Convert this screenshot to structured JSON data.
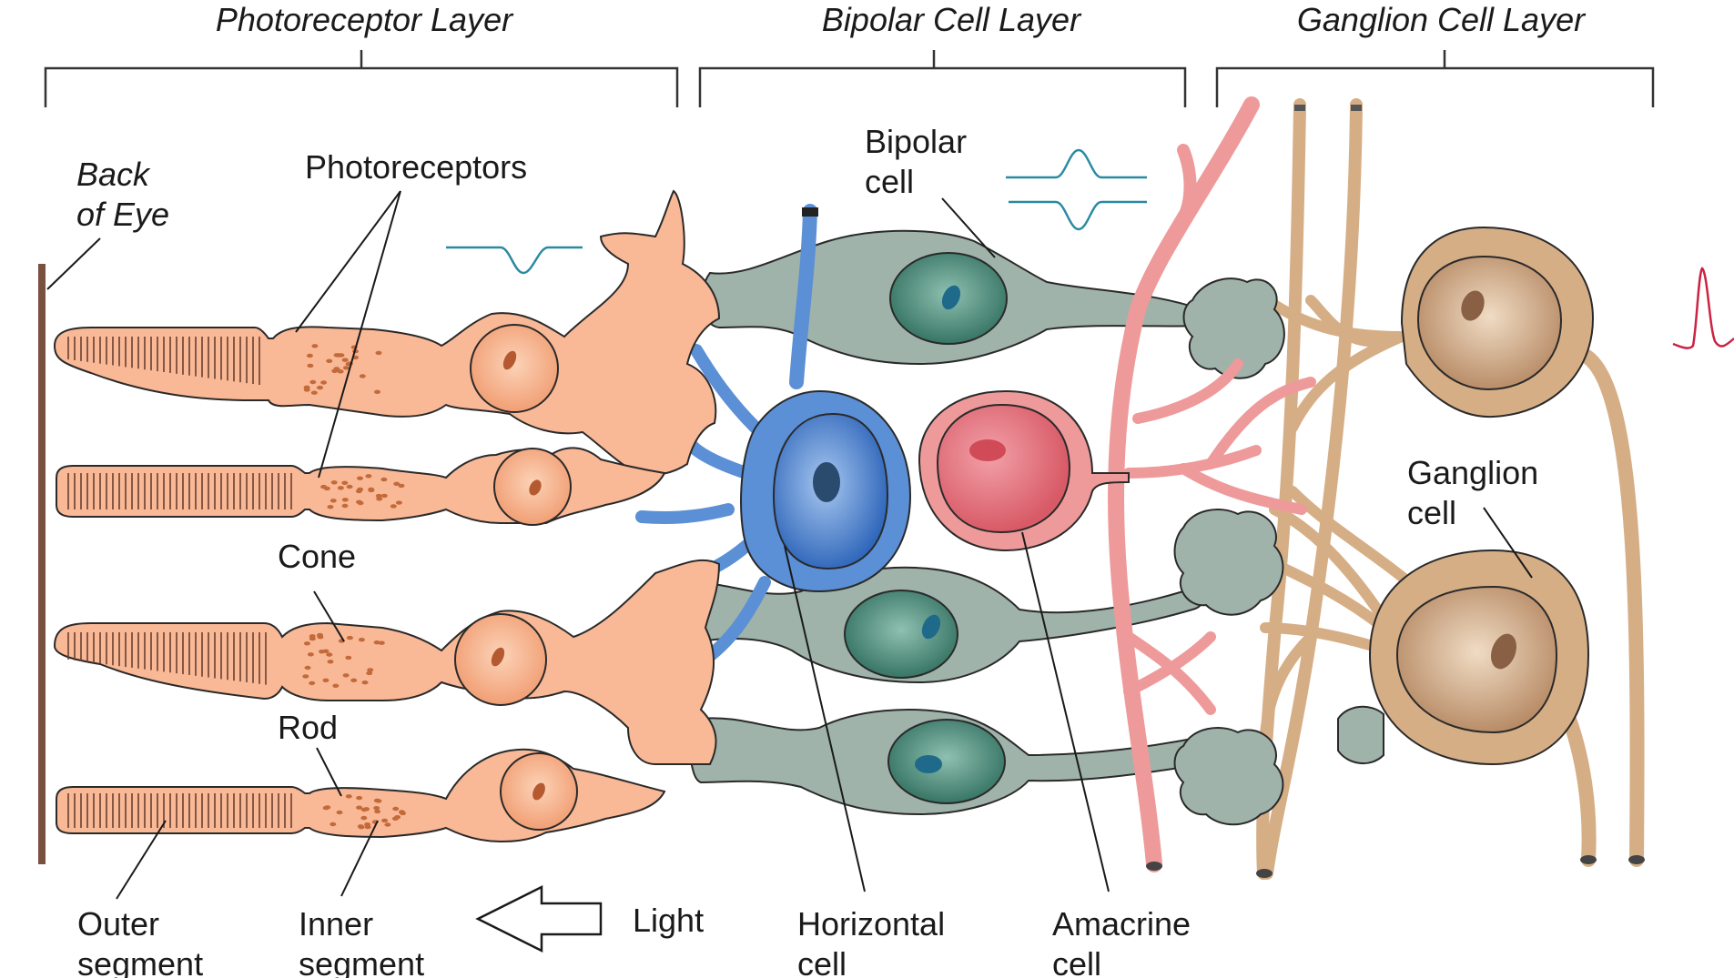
{
  "layers": {
    "photoreceptor": "Photoreceptor Layer",
    "bipolar": "Bipolar Cell Layer",
    "ganglion": "Ganglion Cell Layer"
  },
  "labels": {
    "back_of_eye_1": "Back",
    "back_of_eye_2": "of Eye",
    "photoreceptors": "Photoreceptors",
    "cone": "Cone",
    "rod": "Rod",
    "outer_segment_1": "Outer",
    "outer_segment_2": "segment",
    "inner_segment_1": "Inner",
    "inner_segment_2": "segment",
    "light": "Light",
    "horizontal_cell_1": "Horizontal",
    "horizontal_cell_2": "cell",
    "amacrine_cell_1": "Amacrine",
    "amacrine_cell_2": "cell",
    "bipolar_cell_1": "Bipolar",
    "bipolar_cell_2": "cell",
    "ganglion_cell_1": "Ganglion",
    "ganglion_cell_2": "cell"
  },
  "colors": {
    "photoreceptor_fill": "#f9b896",
    "photoreceptor_dot": "#c26a3a",
    "bipolar_fill": "#9fb3aa",
    "bipolar_nucleus": "#3f7f6e",
    "horizontal_fill": "#5b8fd6",
    "amacrine_fill": "#ee9a9a",
    "ganglion_fill": "#d6ae86",
    "back_of_eye": "#7a5040",
    "signal_blue": "#2a8aa0",
    "signal_red": "#cc2244"
  }
}
